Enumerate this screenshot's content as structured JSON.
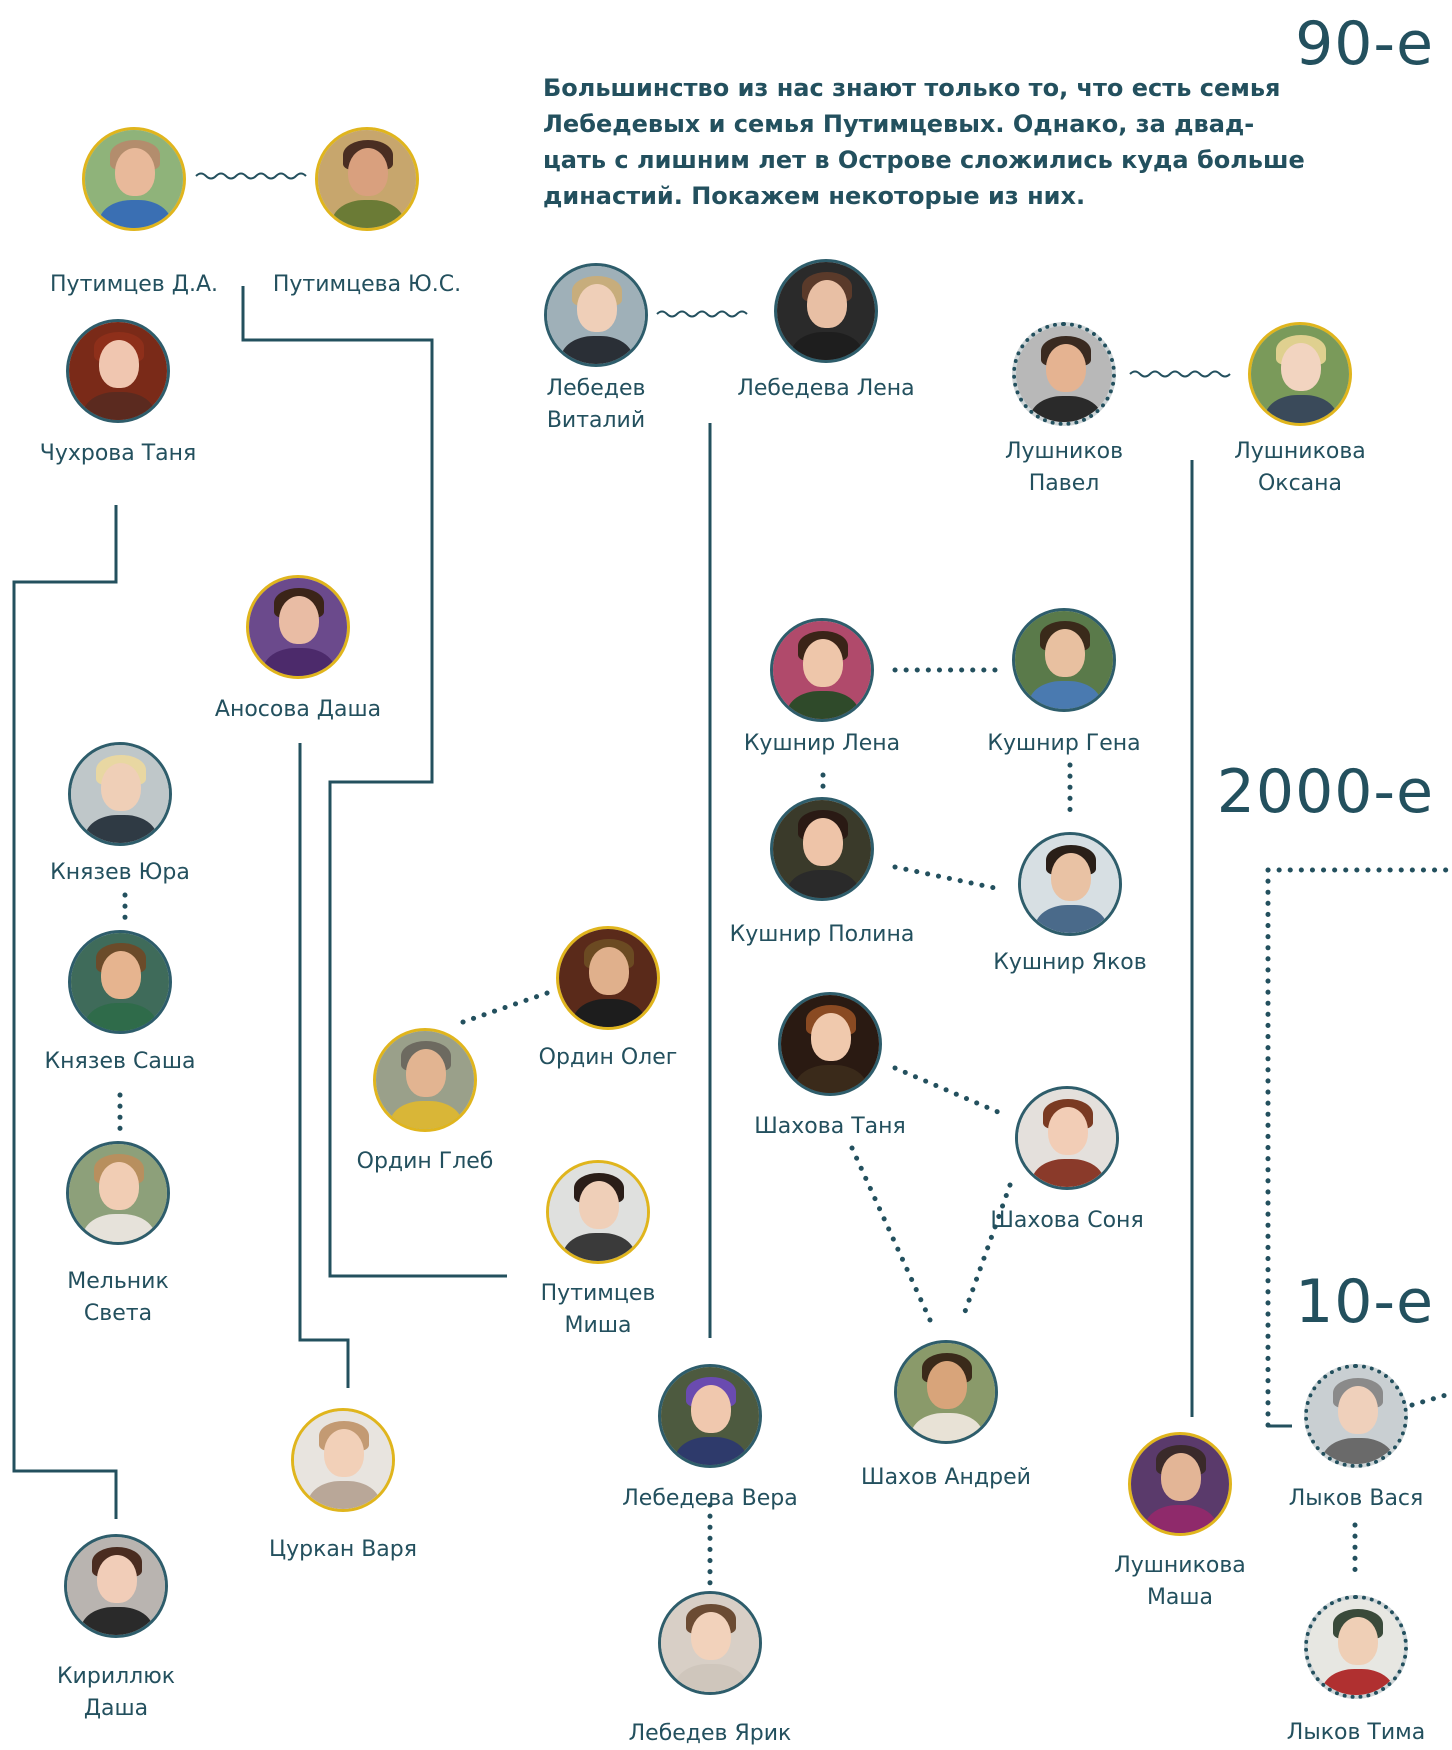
{
  "decades": {
    "d90": "90-е",
    "d2000": "2000-е",
    "d10": "10-е"
  },
  "intro": "Большинство из нас знают только то, что есть семья Лебедевых и семья Путимцевых. Однако, за двад-цать с лишним лет в Острове сложились куда больше династий. Покажем некоторые из них.",
  "intro_lines": [
    "Большинство из нас знают только то, что есть семья",
    "Лебедевых и семья Путимцевых. Однако, за двад-",
    "цать с лишним лет в Острове сложились куда больше",
    "династий. Покажем некоторые из них."
  ],
  "people": {
    "putimtsev_da": {
      "name": "Путимцев Д.А.",
      "frame": "gold",
      "skin": "#e8b99a",
      "hair": "#b38d6d",
      "shirt": "#3a6fb3",
      "bg": "#8fb37a"
    },
    "putimtseva_us": {
      "name": "Путимцева Ю.С.",
      "frame": "gold",
      "skin": "#d9a07e",
      "hair": "#4a2e22",
      "shirt": "#6b7b36",
      "bg": "#c7a66d"
    },
    "chukhrova_tanya": {
      "name": "Чухрова Таня",
      "frame": "dark",
      "skin": "#f0c6b0",
      "hair": "#8e2f1a",
      "shirt": "#5b2a1f",
      "bg": "#7a2a18"
    },
    "anosova_dasha": {
      "name": "Аносова Даша",
      "frame": "gold",
      "skin": "#e9bca4",
      "hair": "#3b2418",
      "shirt": "#4c2a6b",
      "bg": "#6b4a8c"
    },
    "knyazev_yura": {
      "name": "Князев Юра",
      "frame": "dark",
      "skin": "#efcfb7",
      "hair": "#e8d7a2",
      "shirt": "#2f3a44",
      "bg": "#bfc7c9"
    },
    "knyazev_sasha": {
      "name": "Князев Саша",
      "frame": "dark",
      "skin": "#e6b48f",
      "hair": "#6b4b2a",
      "shirt": "#2f6b4a",
      "bg": "#3f6b5a"
    },
    "melnik_sveta": {
      "name": "Мельник\nСвета",
      "frame": "dark",
      "skin": "#f1cdb4",
      "hair": "#b88f5e",
      "shirt": "#e6e2da",
      "bg": "#8da07a"
    },
    "kirillyuk_dasha": {
      "name": "Кириллюк\nДаша",
      "frame": "dark",
      "skin": "#f1cdb8",
      "hair": "#4a2c20",
      "shirt": "#2a2a2a",
      "bg": "#b9b4b0"
    },
    "tsurkan_varya": {
      "name": "Цуркан Варя",
      "frame": "gold",
      "skin": "#f2d0b8",
      "hair": "#c39a73",
      "shirt": "#b9a798",
      "bg": "#e8e4df"
    },
    "ordin_gleb": {
      "name": "Ордин Глеб",
      "frame": "gold",
      "skin": "#e2b491",
      "hair": "#6d6a60",
      "shirt": "#d9b637",
      "bg": "#9aa08a"
    },
    "ordin_oleg": {
      "name": "Ордин Олег",
      "frame": "gold",
      "skin": "#e0b08c",
      "hair": "#6b4a22",
      "shirt": "#1d1d1d",
      "bg": "#5a2a1a"
    },
    "putimtsev_misha": {
      "name": "Путимцев\nМиша",
      "frame": "gold",
      "skin": "#efcfb8",
      "hair": "#2a1d18",
      "shirt": "#3a3a3a",
      "bg": "#dfe0de"
    },
    "lebedev_vitaly": {
      "name": "Лебедев\nВиталий",
      "frame": "dark",
      "skin": "#efcfb8",
      "hair": "#c7ad7c",
      "shirt": "#2a2f36",
      "bg": "#9fb0b8"
    },
    "lebedeva_lena": {
      "name": "Лебедева Лена",
      "frame": "dark",
      "skin": "#e8bfa4",
      "hair": "#5a3a2a",
      "shirt": "#1e1e1e",
      "bg": "#2a2a2a"
    },
    "lebedeva_vera": {
      "name": "Лебедева Вера",
      "frame": "dark",
      "skin": "#f0c8ae",
      "hair": "#6a4bb0",
      "shirt": "#2e3a6b",
      "bg": "#4d5a3f"
    },
    "lebedev_yarik": {
      "name": "Лебедев Ярик",
      "frame": "dark",
      "skin": "#f2d2bb",
      "hair": "#6b4b33",
      "shirt": "#cfc6bc",
      "bg": "#d8cfc6"
    },
    "lushnikov_pavel": {
      "name": "Лушников\nПавел",
      "frame": "dotted",
      "skin": "#e5b391",
      "hair": "#3a2a20",
      "shirt": "#2a2a2a",
      "bg": "#b8b8b8"
    },
    "lushnikova_oksana": {
      "name": "Лушникова\nОксана",
      "frame": "gold",
      "skin": "#f2d4c0",
      "hair": "#dfd08f",
      "shirt": "#3a4a5a",
      "bg": "#7a9a5a"
    },
    "lushnikova_masha": {
      "name": "Лушникова\nМаша",
      "frame": "gold",
      "skin": "#e3b596",
      "hair": "#3a2a2a",
      "shirt": "#8f2a6b",
      "bg": "#5a3a6b"
    },
    "kushnir_lena": {
      "name": "Кушнир Лена",
      "frame": "dark",
      "skin": "#eec6aa",
      "hair": "#3a2418",
      "shirt": "#2f4a2a",
      "bg": "#b04a6b"
    },
    "kushnir_gena": {
      "name": "Кушнир Гена",
      "frame": "dark",
      "skin": "#e8c0a0",
      "hair": "#3a2a1a",
      "shirt": "#4a7ab0",
      "bg": "#5a7a4a"
    },
    "kushnir_polina": {
      "name": "Кушнир Полина",
      "frame": "dark",
      "skin": "#eec4a8",
      "hair": "#2a1a14",
      "shirt": "#2a2a2a",
      "bg": "#3a3a2a"
    },
    "kushnir_yakov": {
      "name": "Кушнир Яков",
      "frame": "dark",
      "skin": "#e9c2a4",
      "hair": "#2a1f18",
      "shirt": "#4a6a8a",
      "bg": "#d7dfe3"
    },
    "shakhova_tanya": {
      "name": "Шахова Таня",
      "frame": "dark",
      "skin": "#f0c9ad",
      "hair": "#8a4a22",
      "shirt": "#3a2a1a",
      "bg": "#2a1a12"
    },
    "shakhova_sonya": {
      "name": "Шахова Соня",
      "frame": "dark",
      "skin": "#f2cdb6",
      "hair": "#7a3a22",
      "shirt": "#8a3a2a",
      "bg": "#e4e0dc"
    },
    "shakhov_andrey": {
      "name": "Шахов Андрей",
      "frame": "dark",
      "skin": "#d8a47a",
      "hair": "#3a2a1a",
      "shirt": "#e8e2d6",
      "bg": "#8a9a6a"
    },
    "lykov_vasya": {
      "name": "Лыков Вася",
      "frame": "dotted",
      "skin": "#efd0bb",
      "hair": "#8a8a8a",
      "shirt": "#6a6a6a",
      "bg": "#c9cfd2"
    },
    "lykov_tima": {
      "name": "Лыков Тима",
      "frame": "dotted",
      "skin": "#efcfb6",
      "hair": "#3a4a3a",
      "shirt": "#b03030",
      "bg": "#e7e7e2"
    }
  },
  "colors": {
    "line": "#23505e",
    "gold": "#e0b51d"
  }
}
